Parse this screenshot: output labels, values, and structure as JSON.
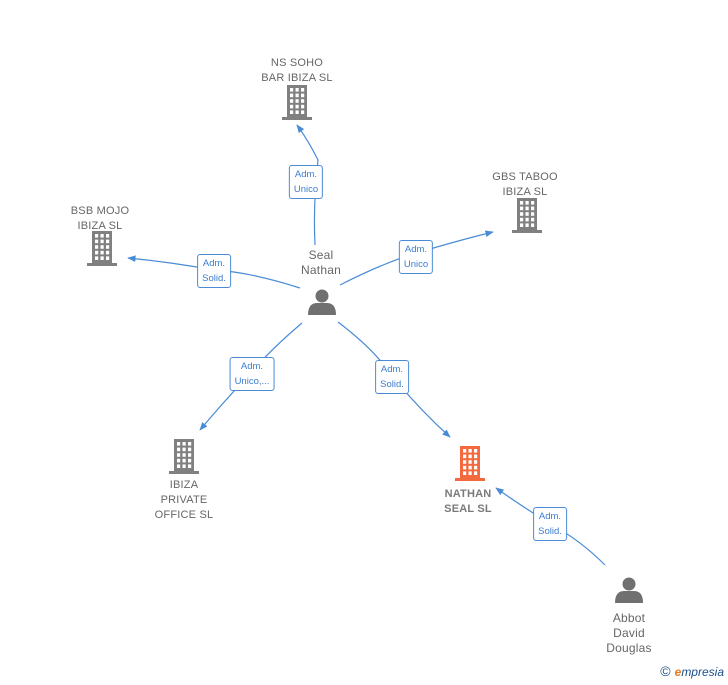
{
  "nodes": [
    {
      "id": "ns-soho",
      "type": "company",
      "line1": "NS SOHO",
      "line2": "BAR IBIZA  SL",
      "line3": ""
    },
    {
      "id": "gbs-taboo",
      "type": "company",
      "line1": "GBS TABOO",
      "line2": "IBIZA  SL",
      "line3": ""
    },
    {
      "id": "bsb-mojo",
      "type": "company",
      "line1": "BSB MOJO",
      "line2": "IBIZA  SL",
      "line3": ""
    },
    {
      "id": "ibiza-private",
      "type": "company",
      "line1": "IBIZA",
      "line2": "PRIVATE",
      "line3": "OFFICE  SL"
    },
    {
      "id": "nathan-seal",
      "type": "company-highlight",
      "line1": "NATHAN",
      "line2": "SEAL  SL",
      "line3": ""
    },
    {
      "id": "seal-nathan",
      "type": "person",
      "line1": "Seal",
      "line2": "Nathan",
      "line3": ""
    },
    {
      "id": "abbot",
      "type": "person",
      "line1": "Abbot",
      "line2": "David",
      "line3": "Douglas"
    }
  ],
  "edges": [
    {
      "from": "seal-nathan",
      "to": "ns-soho",
      "label1": "Adm.",
      "label2": "Unico"
    },
    {
      "from": "seal-nathan",
      "to": "gbs-taboo",
      "label1": "Adm.",
      "label2": "Unico"
    },
    {
      "from": "seal-nathan",
      "to": "bsb-mojo",
      "label1": "Adm.",
      "label2": "Solid."
    },
    {
      "from": "seal-nathan",
      "to": "ibiza-private",
      "label1": "Adm.",
      "label2": "Unico,..."
    },
    {
      "from": "seal-nathan",
      "to": "nathan-seal",
      "label1": "Adm.",
      "label2": "Solid."
    },
    {
      "from": "abbot",
      "to": "nathan-seal",
      "label1": "Adm.",
      "label2": "Solid."
    }
  ],
  "colors": {
    "company": "#808080",
    "company_highlight": "#f26a3d",
    "person": "#707070",
    "edge": "#4a8bd6"
  },
  "branding": {
    "copyright_symbol": "©",
    "brand_initial": "e",
    "brand_rest": "mpresia"
  }
}
